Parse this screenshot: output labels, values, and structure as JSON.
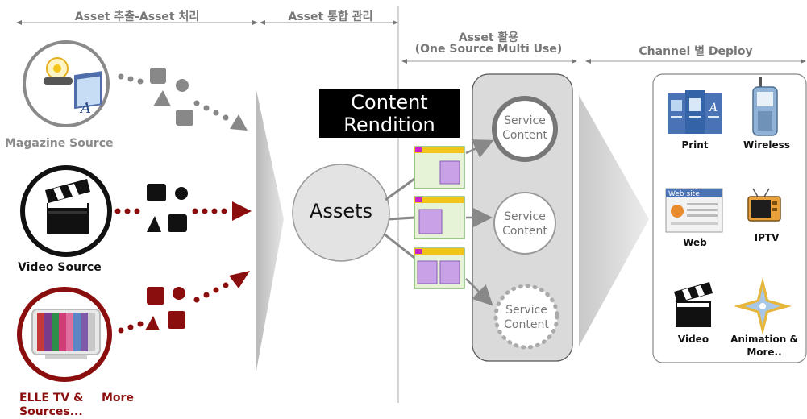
{
  "headers": {
    "extract": "Asset 추출-Asset 처리",
    "manage": "Asset 통합 관리",
    "use_line1": "Asset 활용",
    "use_line2": "(One Source Multi Use)",
    "deploy": "Channel 별 Deploy"
  },
  "sources": [
    {
      "label": "Magazine Source",
      "icon": "magazine-folder-icon"
    },
    {
      "label": "Video Source",
      "icon": "clapperboard-icon"
    },
    {
      "label_line1": "ELLE TV &",
      "label_line2": "Sources...",
      "label_more": "More",
      "icon": "tv-color-bars-icon"
    }
  ],
  "rendition": {
    "line1": "Content",
    "line2": "Rendition"
  },
  "assets_label": "Assets",
  "service_content": {
    "line1": "Service",
    "line2": "Content"
  },
  "channels": [
    {
      "label": "Print",
      "icon": "print-brochure-icon"
    },
    {
      "label": "Wireless",
      "icon": "mobile-phone-icon"
    },
    {
      "label": "Web",
      "icon": "website-icon"
    },
    {
      "label": "IPTV",
      "icon": "iptv-television-icon"
    },
    {
      "label": "Video",
      "icon": "clapperboard-icon"
    },
    {
      "label_line1": "Animation &",
      "label_line2": "More..",
      "icon": "animation-star-icon"
    }
  ],
  "colors": {
    "gray_stream": "#888888",
    "video_stream": "#111111",
    "elle_stream": "#8b0e0e",
    "panel_bg": "#dadada",
    "band_bg": "#c6c6c6"
  }
}
